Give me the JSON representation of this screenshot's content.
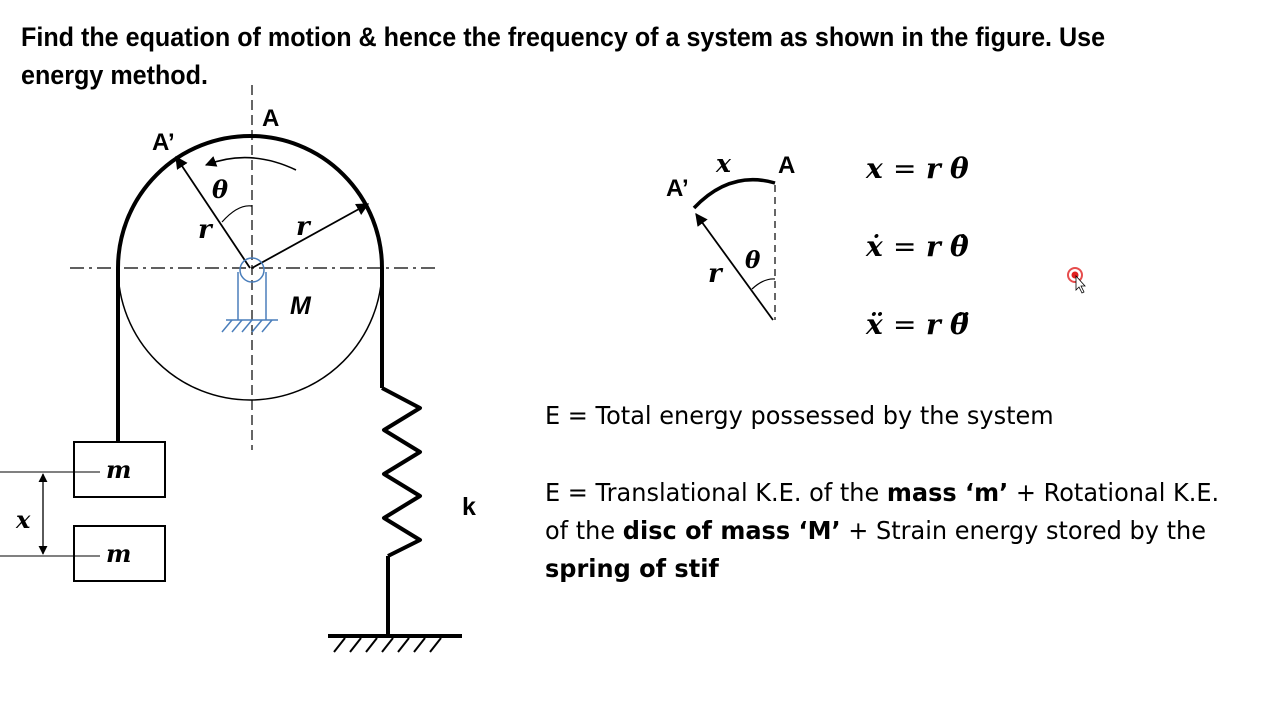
{
  "question": "Find the equation of motion & hence the frequency of a system as shown in the figure. Use energy method.",
  "figure": {
    "point_a": "A",
    "point_a_prime": "A’",
    "theta": "θ",
    "radius": "r",
    "disc_mass": "M",
    "mass": "m",
    "displacement": "x",
    "spring": "k"
  },
  "inset": {
    "arc": "x",
    "point_a": "A",
    "point_a_prime": "A’",
    "theta": "θ",
    "radius": "r"
  },
  "equations": {
    "lhs": [
      "x",
      "ẋ",
      "ẍ"
    ],
    "eq": "=",
    "r": "r",
    "rhs": [
      "θ",
      "θ̇",
      "θ̈"
    ]
  },
  "energy_def": "E = Total energy possessed by the system",
  "energy_terms": {
    "p1": "E = Translational K.E. of the ",
    "b1": "mass ‘m’",
    "p2": " + Rotational K.E. of the ",
    "b2": "disc of mass ‘M’",
    "p3": " + Strain energy stored by the ",
    "b3": "spring of stif"
  },
  "colors": {
    "support": "#4a7ebb",
    "cursor": "#e02020"
  }
}
